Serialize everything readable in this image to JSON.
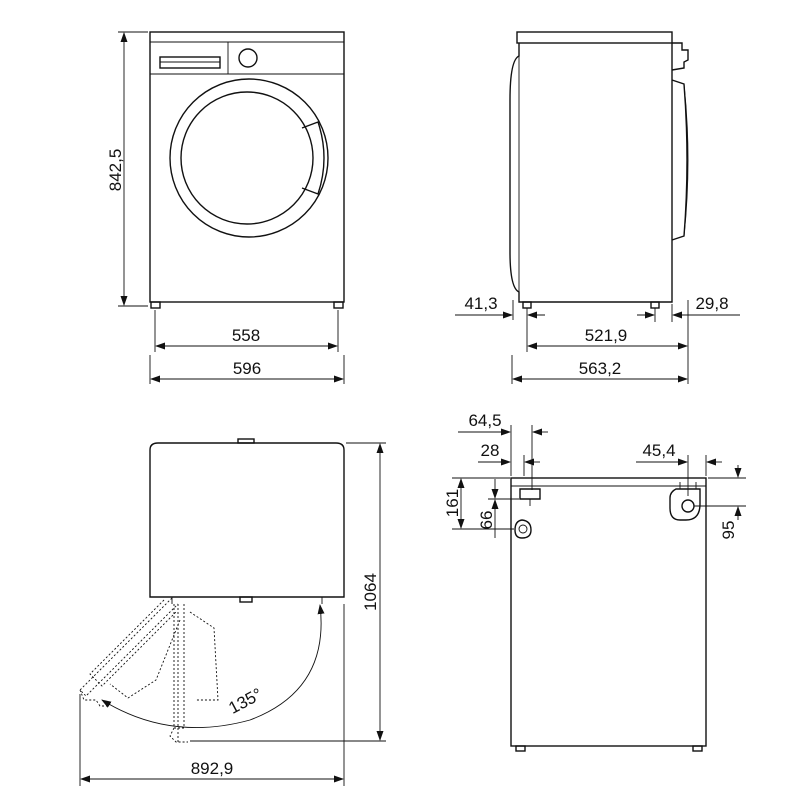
{
  "views": {
    "front": {
      "height_label": "842,5",
      "feet_width_label": "558",
      "total_width_label": "596"
    },
    "side": {
      "left_offset_label": "41,3",
      "right_offset_label": "29,8",
      "feet_span_label": "521,9",
      "total_depth_label": "563,2"
    },
    "top": {
      "depth_open_label": "1064",
      "width_open_label": "892,9",
      "angle_label": "135°"
    },
    "back": {
      "inlet_offset_label": "64,5",
      "drain_offset_label": "28",
      "outlet_right_label": "45,4",
      "drain_height_label": "161",
      "inlet_height_label": "66",
      "outlet_height_label": "95"
    }
  }
}
